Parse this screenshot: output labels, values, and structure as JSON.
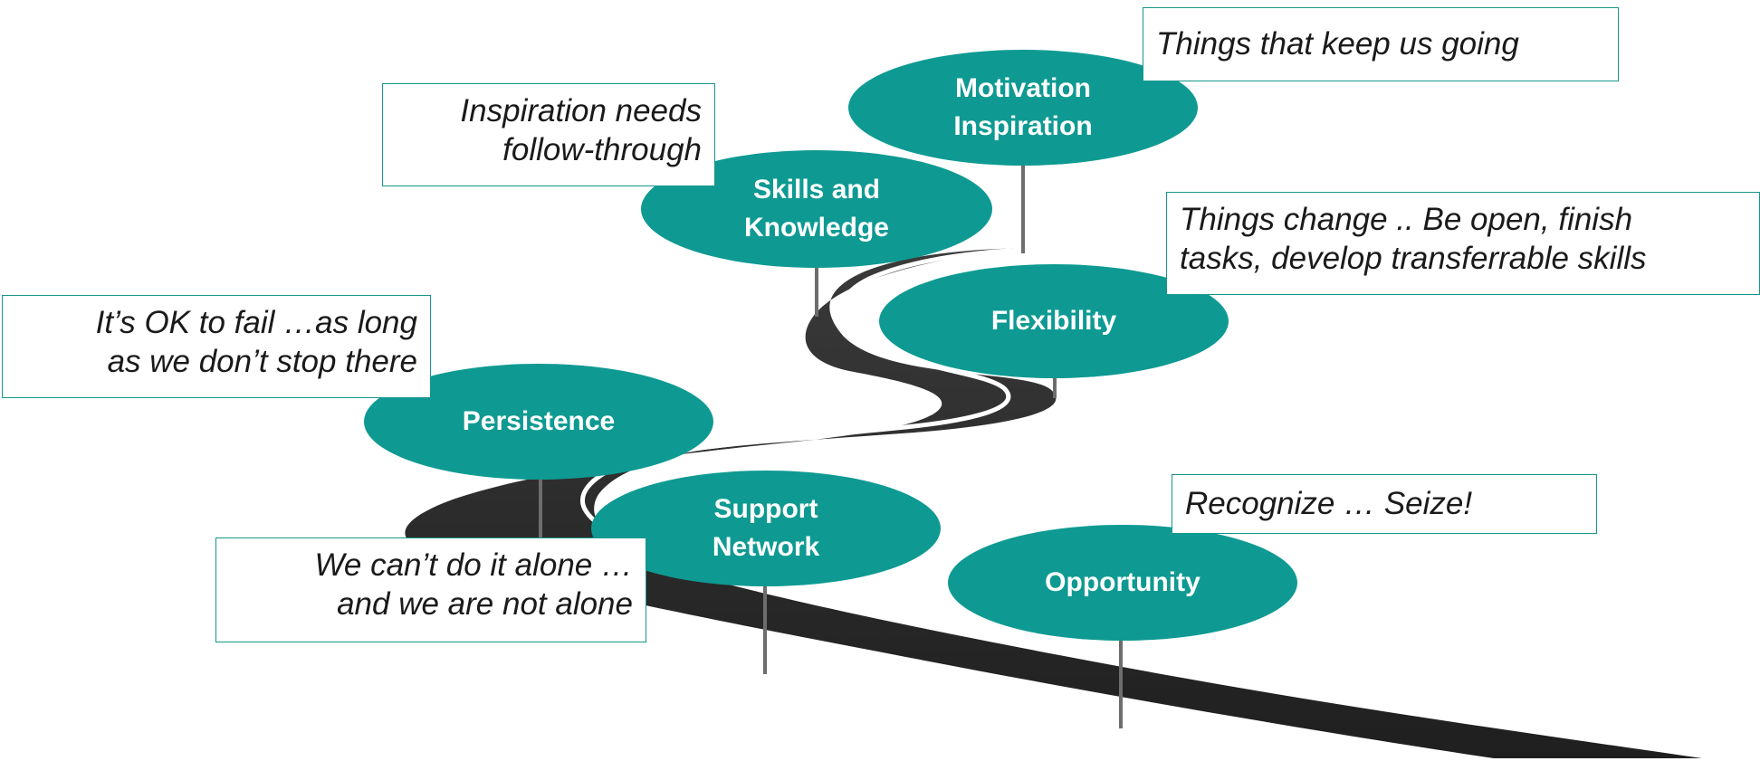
{
  "milestones": {
    "motivation": {
      "line1": "Motivation",
      "line2": "Inspiration"
    },
    "skills": {
      "line1": "Skills and",
      "line2": "Knowledge"
    },
    "flexibility": {
      "line1": "Flexibility"
    },
    "persistence": {
      "line1": "Persistence"
    },
    "support": {
      "line1": "Support",
      "line2": "Network"
    },
    "opportunity": {
      "line1": "Opportunity"
    }
  },
  "notes": {
    "motivation": {
      "line1": "Things that keep us going"
    },
    "skills": {
      "line1": "Inspiration needs",
      "line2": "follow-through"
    },
    "flexibility": {
      "line1": "Things change .. Be open, finish",
      "line2": "tasks, develop transferrable skills"
    },
    "persistence": {
      "line1": "It’s OK to fail …as long",
      "line2": "as we don’t stop there"
    },
    "support": {
      "line1": "We can’t do it alone …",
      "line2": "and we are not alone"
    },
    "opportunity": {
      "line1": "Recognize … Seize!"
    }
  },
  "colors": {
    "oval_fill": "#0e9a92",
    "note_border": "#16968e",
    "road": "#2d2d2d",
    "road_line": "#ffffff",
    "pole": "#6d6d6d"
  }
}
